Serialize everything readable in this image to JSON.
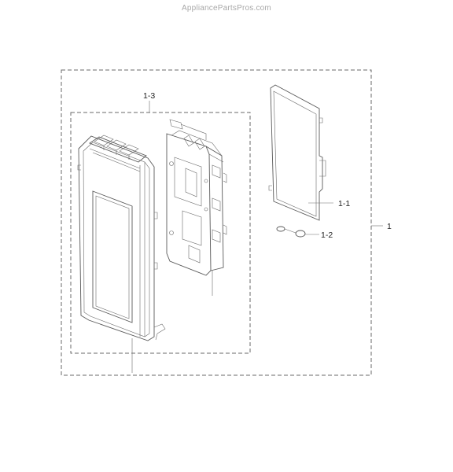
{
  "watermark": "AppliancePartsPros.com",
  "callouts": {
    "assembly": "1",
    "part_1_1": "1-1",
    "part_1_2": "1-2",
    "part_1_3": "1-3"
  }
}
